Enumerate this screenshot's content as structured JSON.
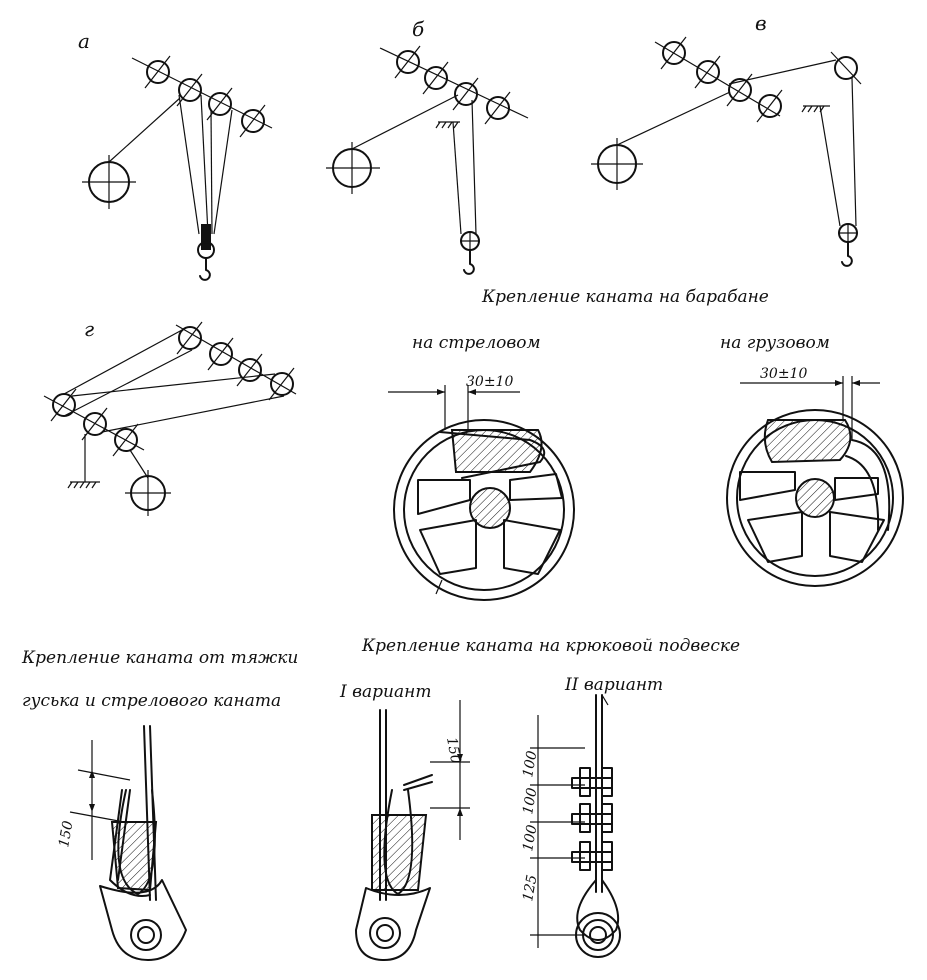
{
  "labels": {
    "a": "а",
    "b": "б",
    "v": "в",
    "g": "г",
    "drum_title": "Крепление каната на барабане",
    "boom_drum": "на стреловом",
    "load_drum": "на грузовом",
    "dim_boom": "30±10",
    "dim_load": "30±10",
    "stay_title_1": "Крепление каната от тяжки",
    "stay_title_2": "гуська и стрелового каната",
    "hook_title": "Крепление каната на крюковой подвеске",
    "variant_1": "I вариант",
    "variant_2": "II вариант",
    "dim_150_left": "150",
    "dim_150_mid": "150",
    "dim_100_a": "100",
    "dim_100_b": "100",
    "dim_100_c": "100",
    "dim_125": "125"
  }
}
